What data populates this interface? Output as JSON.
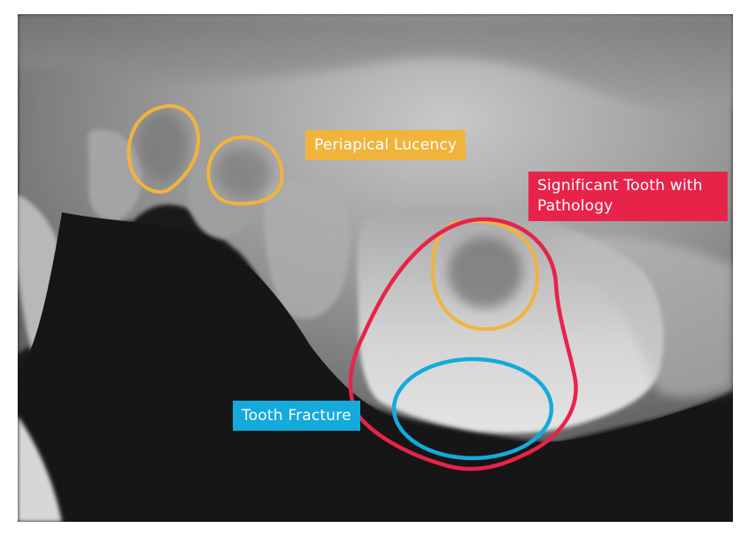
{
  "annotations": {
    "periapical_lucency": {
      "text": "Periapical Lucency",
      "color": "#f0b43c"
    },
    "significant_tooth": {
      "text": "Significant Tooth with Pathology",
      "color": "#e8234a"
    },
    "tooth_fracture": {
      "text": "Tooth Fracture",
      "color": "#14aadc"
    }
  },
  "image": {
    "kind": "dental radiograph"
  }
}
